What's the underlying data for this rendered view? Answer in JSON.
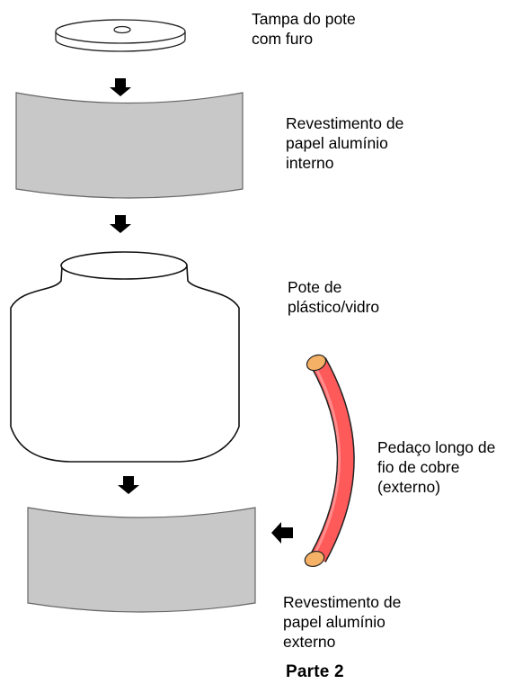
{
  "labels": {
    "lid": "Tampa do pote\ncom furo",
    "inner_foil": "Revestimento de\npapel alumínio\ninterno",
    "jar": "Pote de\nplástico/vidro",
    "wire": "Pedaço longo de\nfio de cobre\n(externo)",
    "outer_foil": "Revestimento de\npapel alumínio\nexterno"
  },
  "caption": "Parte 2",
  "colors": {
    "foil": "#c8c8c8",
    "wire": "#ff5a5a",
    "wire_end": "#f5b165",
    "outline": "#222222"
  }
}
